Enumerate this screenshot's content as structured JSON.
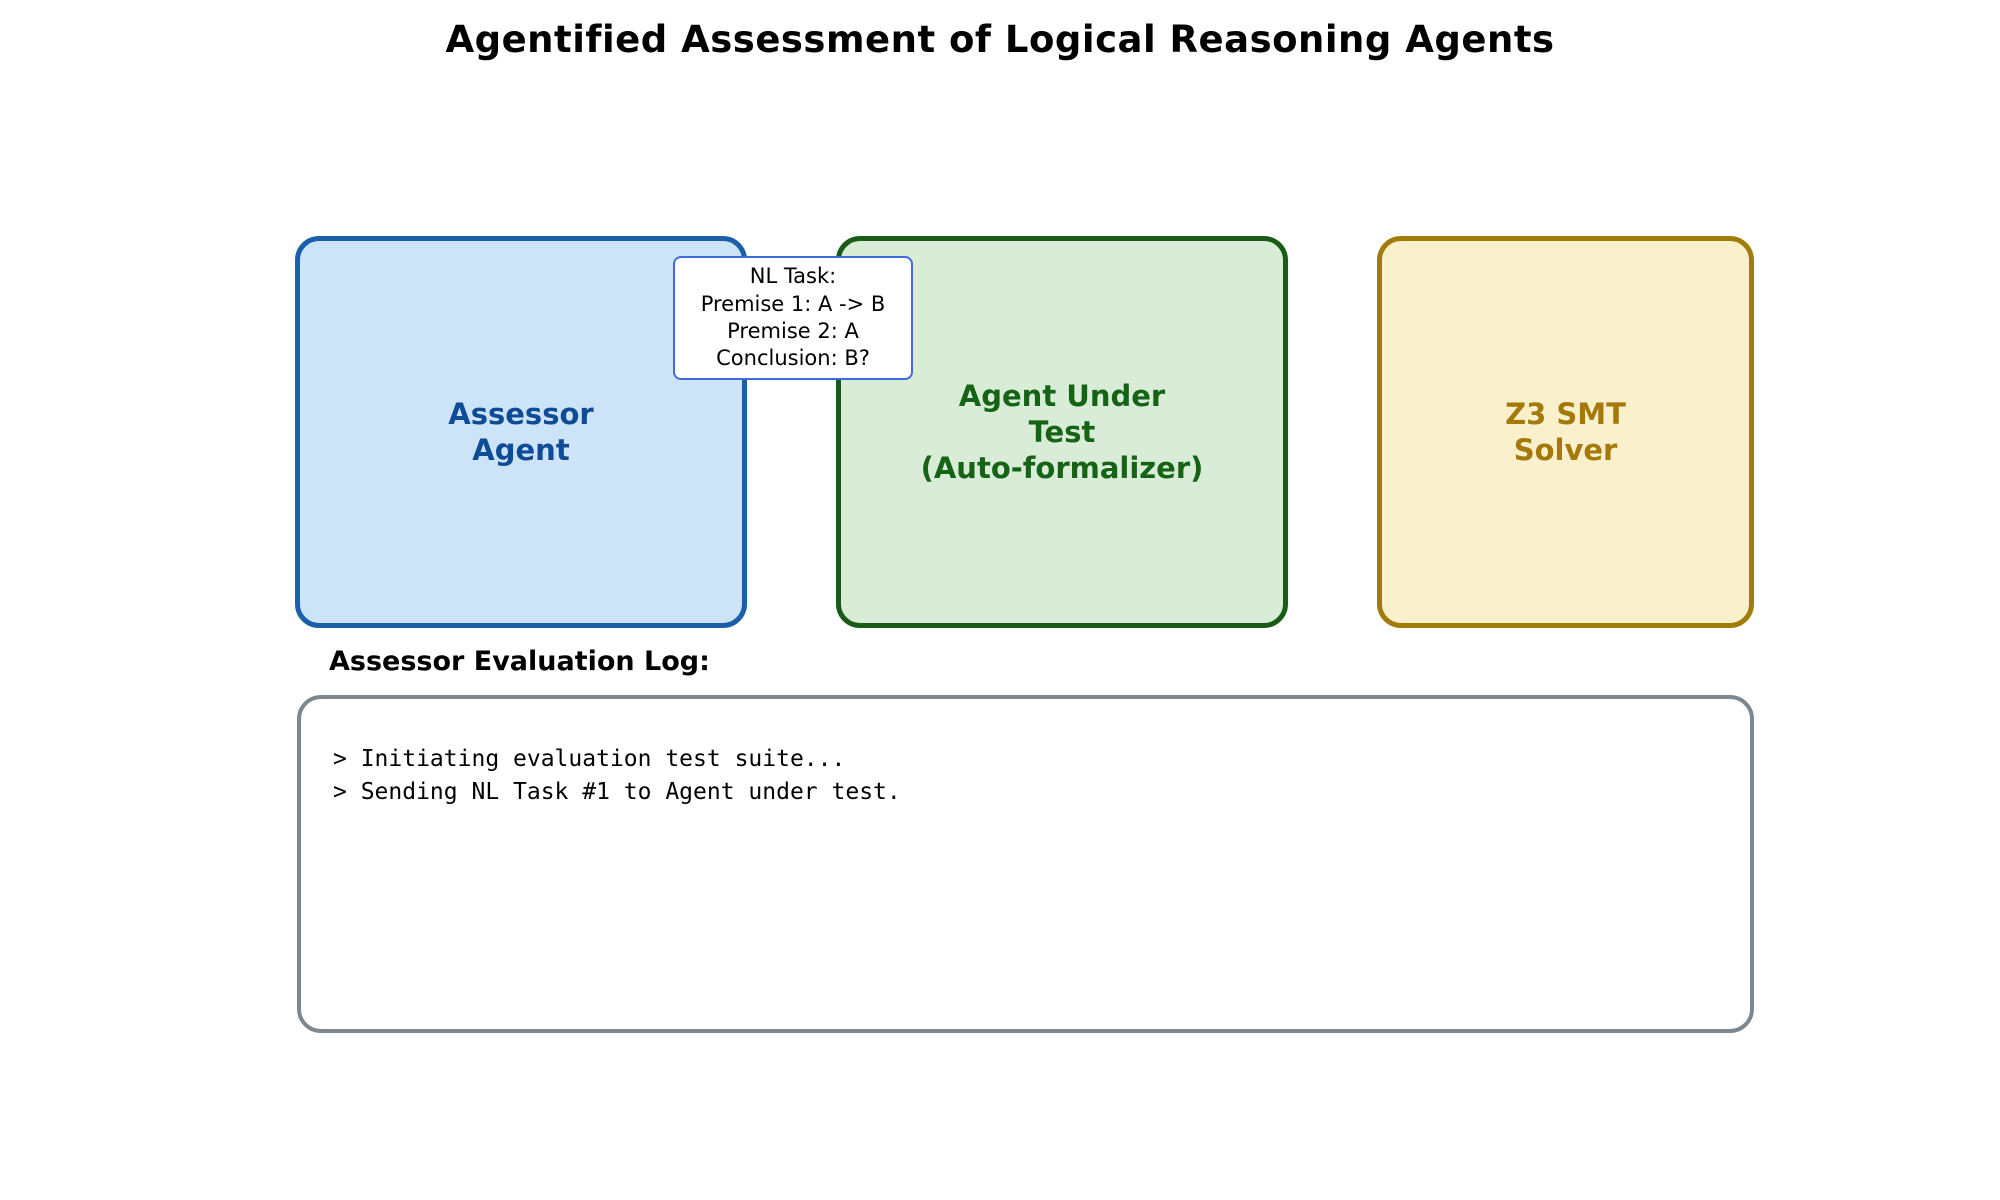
{
  "title": "Agentified Assessment of Logical Reasoning Agents",
  "diagram": {
    "assessor_box": {
      "label": "Assessor\nAgent",
      "fill": "#cce3f8",
      "border": "#1a5fa8",
      "text_color": "#0f4c96"
    },
    "agent_under_test_box": {
      "label": "Agent Under\nTest\n(Auto-formalizer)",
      "fill": "#d8ecd8",
      "border": "#185c18",
      "text_color": "#156315"
    },
    "z3_solver_box": {
      "label": "Z3 SMT\nSolver",
      "fill": "#faf0cb",
      "border": "#a07d08",
      "text_color": "#a5780a"
    },
    "nl_task_tooltip": {
      "text": "NL Task:\nPremise 1: A -> B\nPremise 2: A\nConclusion: B?",
      "border": "#4169e1",
      "fill": "#ffffff"
    }
  },
  "log": {
    "label": "Assessor Evaluation Log:",
    "panel_border": "#7d8790",
    "lines": [
      "> Initiating evaluation test suite...",
      "> Sending NL Task #1 to Agent under test."
    ]
  }
}
